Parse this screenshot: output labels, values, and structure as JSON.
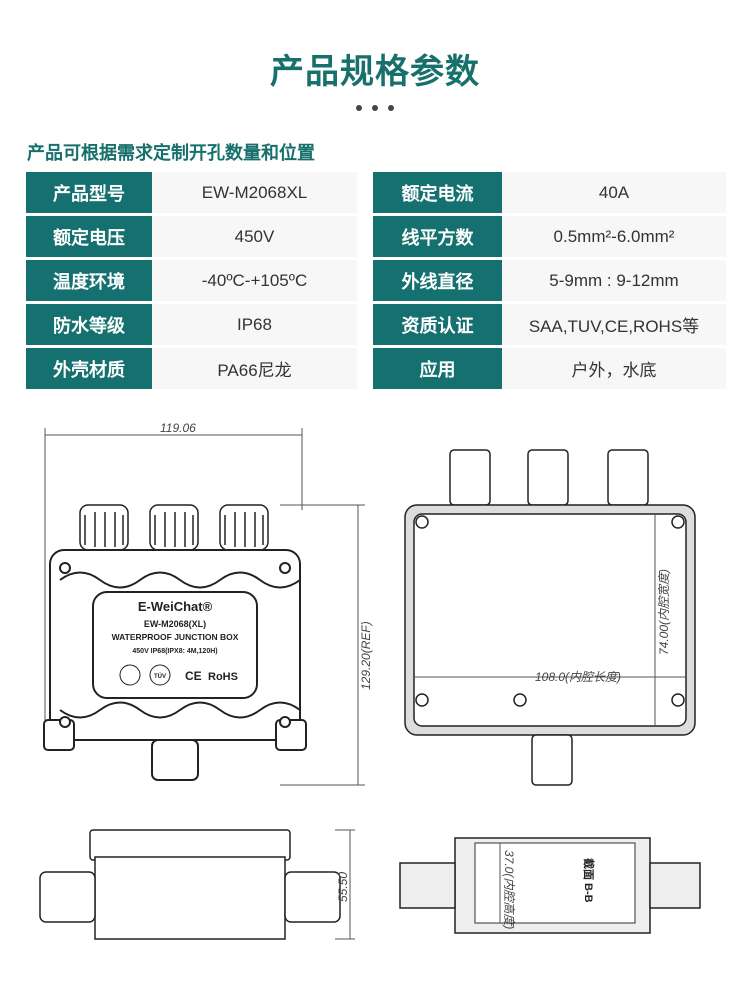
{
  "header": {
    "title": "产品规格参数"
  },
  "subtitle": "产品可根据需求定制开孔数量和位置",
  "specs": [
    {
      "label1": "产品型号",
      "value1": "EW-M2068XL",
      "label2": "额定电流",
      "value2": "40A"
    },
    {
      "label1": "额定电压",
      "value1": "450V",
      "label2": "线平方数",
      "value2": "0.5mm²-6.0mm²"
    },
    {
      "label1": "温度环境",
      "value1": "-40ºC-+105ºC",
      "label2": "外线直径",
      "value2": "5-9mm : 9-12mm"
    },
    {
      "label1": "防水等级",
      "value1": "IP68",
      "label2": "资质认证",
      "value2": "SAA,TUV,CE,ROHS等"
    },
    {
      "label1": "外壳材质",
      "value1": "PA66尼龙",
      "label2": "应用",
      "value2": "户外，水底"
    }
  ],
  "drawings": {
    "front": {
      "width_dim": "119.06",
      "height_dim": "129.20(REF)",
      "brand": "E-WeiChat®",
      "model": "EW-M2068(XL)",
      "product": "WATERPROOF JUNCTION BOX",
      "rating": "450V   IP68(IPX8: 4M,120H)",
      "cert_ce": "CE",
      "cert_rohs": "RoHS",
      "cert_tuv": "TÜV"
    },
    "inside": {
      "length_dim": "108.0(内腔长度)",
      "width_dim": "74.00(内腔宽度)"
    },
    "side": {
      "height_dim": "55.50"
    },
    "section": {
      "depth_dim": "37.0(内腔高度)",
      "section_label": "截面  B-B"
    }
  },
  "colors": {
    "accent": "#157170",
    "title": "#17706b"
  }
}
